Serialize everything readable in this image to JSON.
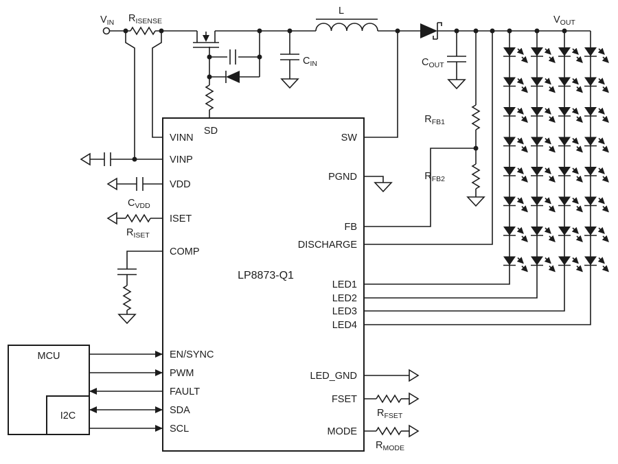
{
  "diagram": {
    "ic": {
      "part_number": "LP8873-Q1",
      "top_pin": "SD",
      "left_pins": [
        "VINN",
        "VINP",
        "VDD",
        "ISET",
        "COMP",
        "EN/SYNC",
        "PWM",
        "FAULT",
        "SDA",
        "SCL"
      ],
      "right_pins": [
        "SW",
        "PGND",
        "FB",
        "DISCHARGE",
        "LED1",
        "LED2",
        "LED3",
        "LED4",
        "LED_GND",
        "FSET",
        "MODE"
      ]
    },
    "mcu": {
      "label": "MCU",
      "i2c_label": "I2C"
    },
    "labels": {
      "vin": {
        "main": "V",
        "sub": "IN"
      },
      "vout": {
        "main": "V",
        "sub": "OUT"
      },
      "risense": {
        "main": "R",
        "sub": "ISENSE"
      },
      "inductor": "L",
      "cin": {
        "main": "C",
        "sub": "IN"
      },
      "cout": {
        "main": "C",
        "sub": "OUT"
      },
      "cvdd": {
        "main": "C",
        "sub": "VDD"
      },
      "riset": {
        "main": "R",
        "sub": "ISET"
      },
      "rfb1": {
        "main": "R",
        "sub": "FB1"
      },
      "rfb2": {
        "main": "R",
        "sub": "FB2"
      },
      "rfset": {
        "main": "R",
        "sub": "FSET"
      },
      "rmode": {
        "main": "R",
        "sub": "MODE"
      }
    },
    "led_array": {
      "strings": 4,
      "leds_per_string": 8
    },
    "colors": {
      "line": "#1c1c1c",
      "background": "#ffffff"
    }
  }
}
